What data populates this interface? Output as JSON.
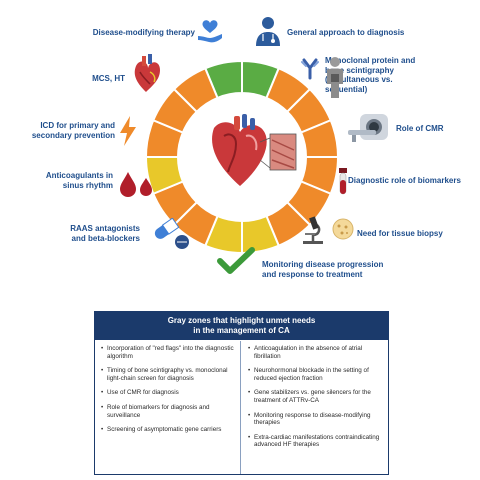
{
  "wheel": {
    "segments": [
      {
        "color": "#5aac44"
      },
      {
        "color": "#5aac44"
      },
      {
        "color": "#ef8a2a"
      },
      {
        "color": "#ef8a2a"
      },
      {
        "color": "#ef8a2a"
      },
      {
        "color": "#ef8a2a"
      },
      {
        "color": "#ef8a2a"
      },
      {
        "color": "#ef8a2a"
      },
      {
        "color": "#e8c82a"
      },
      {
        "color": "#e8c82a"
      },
      {
        "color": "#ef8a2a"
      },
      {
        "color": "#ef8a2a"
      },
      {
        "color": "#e8c82a"
      },
      {
        "color": "#ef8a2a"
      },
      {
        "color": "#ef8a2a"
      },
      {
        "color": "#ef8a2a"
      }
    ]
  },
  "labels": {
    "disease_modifying": "Disease-modifying therapy",
    "general_approach": "General approach to diagnosis",
    "monoclonal": "Monoclonal protein and\nbone scintigraphy\n(simultaneous vs.\nsequential)",
    "mcs_ht": "MCS, HT",
    "role_cmr": "Role of CMR",
    "icd": "ICD for primary and\nsecondary prevention",
    "anticoagulants": "Anticoagulants in\nsinus rhythm",
    "biomarkers": "Diagnostic role of biomarkers",
    "raas": "RAAS antagonists\nand beta-blockers",
    "tissue_biopsy": "Need for tissue biopsy",
    "monitoring": "Monitoring disease progression\nand response to treatment"
  },
  "gray_zones": {
    "title": "Gray zones that highlight unmet needs\nin the management of CA",
    "left": [
      "Incorporation of \"red flags\" into the diagnostic algorithm",
      "Timing of bone scintigraphy vs. monoclonal light-chain screen for diagnosis",
      "Use of CMR for diagnosis",
      "Role of biomarkers for diagnosis and surveillance",
      "Screening of asymptomatic gene carriers"
    ],
    "right": [
      "Anticoagulation in the absence of atrial fibrillation",
      "Neurohormonal blockade in the setting of reduced ejection fraction",
      "Gene stabilizers vs. gene silencers for the treatment of ATTRv-CA",
      "Monitoring response to disease-modifying therapies",
      "Extra-cardiac manifestations contraindicating advanced HF therapies"
    ]
  },
  "colors": {
    "navy": "#1b3a6b",
    "label_blue": "#1f4e8c",
    "green": "#5aac44",
    "orange": "#ef8a2a",
    "yellow": "#e8c82a",
    "heart_red": "#c9383a",
    "drop_red": "#b01e2a"
  },
  "icons": [
    "heart-hand-icon",
    "doctor-icon",
    "antibody-icon",
    "mri-scanner-icon",
    "blood-tube-icon",
    "microscope-icon",
    "tissue-cell-icon",
    "checkmark-icon",
    "pills-icon",
    "blood-drops-icon",
    "lightning-icon",
    "artificial-heart-icon",
    "heart-anatomy-icon"
  ]
}
